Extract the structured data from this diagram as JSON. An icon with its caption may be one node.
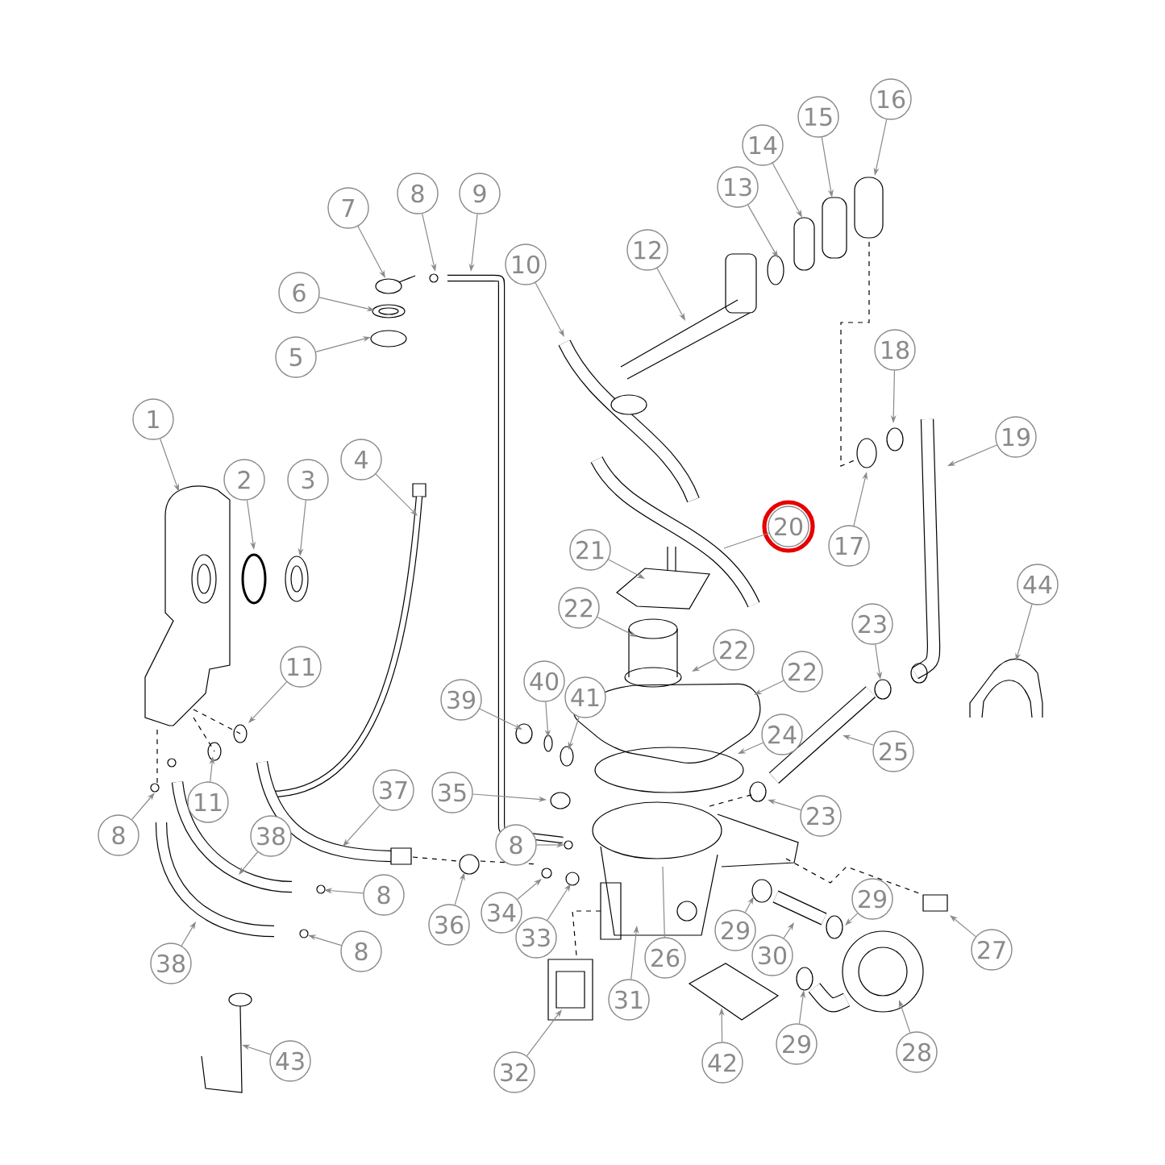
{
  "diagram": {
    "nodes": [
      {
        "text": [
          "1"
        ]
      },
      {
        "text": [
          "2"
        ]
      },
      {
        "text": [
          "3"
        ]
      },
      {
        "text": [
          "4"
        ]
      },
      {
        "text": [
          "5"
        ]
      },
      {
        "text": [
          "6"
        ]
      },
      {
        "text": [
          "7"
        ]
      },
      {
        "text": [
          "8"
        ]
      },
      {
        "text": [
          "9"
        ]
      },
      {
        "text": [
          "10"
        ]
      },
      {
        "text": [
          "11"
        ]
      },
      {
        "text": [
          "12"
        ]
      },
      {
        "text": [
          "13"
        ]
      },
      {
        "text": [
          "14"
        ]
      },
      {
        "text": [
          "15"
        ]
      },
      {
        "text": [
          "16"
        ]
      },
      {
        "text": [
          "18"
        ]
      },
      {
        "text": [
          "19"
        ]
      },
      {
        "text": [
          "17"
        ]
      },
      {
        "text": [
          "20"
        ]
      },
      {
        "text": [
          "21"
        ]
      },
      {
        "text": [
          "22"
        ]
      },
      {
        "text": [
          "44"
        ]
      },
      {
        "text": [
          "23"
        ]
      },
      {
        "text": [
          "22"
        ]
      },
      {
        "text": [
          "22"
        ]
      },
      {
        "text": [
          "39"
        ]
      },
      {
        "text": [
          "40"
        ]
      },
      {
        "text": [
          "41"
        ]
      },
      {
        "text": [
          "24"
        ]
      },
      {
        "text": [
          "25"
        ]
      },
      {
        "text": [
          "11"
        ]
      },
      {
        "text": [
          "35"
        ]
      },
      {
        "text": [
          "37"
        ]
      },
      {
        "text": [
          "23"
        ]
      },
      {
        "text": [
          "8"
        ]
      },
      {
        "text": [
          "38"
        ]
      },
      {
        "text": [
          "8"
        ]
      },
      {
        "text": [
          "8"
        ]
      },
      {
        "text": [
          "29"
        ]
      },
      {
        "text": [
          "36"
        ]
      },
      {
        "text": [
          "34"
        ]
      },
      {
        "text": [
          "33"
        ]
      },
      {
        "text": [
          "29"
        ]
      },
      {
        "text": [
          "30"
        ]
      },
      {
        "text": [
          "27"
        ]
      },
      {
        "text": [
          "8"
        ]
      },
      {
        "text": [
          "38"
        ]
      },
      {
        "text": [
          "26"
        ]
      },
      {
        "text": [
          "31"
        ]
      },
      {
        "text": [
          "28"
        ]
      },
      {
        "text": [
          "29"
        ]
      },
      {
        "text": [
          "42"
        ]
      },
      {
        "text": [
          "43"
        ]
      },
      {
        "text": [
          "32"
        ]
      }
    ],
    "edges": [
      {
        "from": 0,
        "to": null,
        "arrow": "to"
      },
      {
        "from": 1,
        "to": null,
        "arrow": "to"
      },
      {
        "from": 2,
        "to": null,
        "arrow": "to"
      },
      {
        "from": 3,
        "to": null,
        "arrow": "to"
      },
      {
        "from": 4,
        "to": null,
        "arrow": "to"
      },
      {
        "from": 5,
        "to": null,
        "arrow": "to"
      },
      {
        "from": 6,
        "to": null,
        "arrow": "to"
      },
      {
        "from": 7,
        "to": null,
        "arrow": "to"
      },
      {
        "from": 8,
        "to": null,
        "arrow": "to"
      },
      {
        "from": 9,
        "to": null,
        "arrow": "to"
      },
      {
        "from": 10,
        "to": null,
        "arrow": "to"
      },
      {
        "from": 11,
        "to": null,
        "arrow": "to"
      },
      {
        "from": 12,
        "to": null,
        "arrow": "to"
      },
      {
        "from": 13,
        "to": null,
        "arrow": "to"
      },
      {
        "from": 14,
        "to": null,
        "arrow": "to"
      },
      {
        "from": 15,
        "to": null,
        "arrow": "to"
      },
      {
        "from": 16,
        "to": null,
        "arrow": "to"
      },
      {
        "from": 17,
        "to": null,
        "arrow": "to"
      },
      {
        "from": 18,
        "to": null,
        "arrow": "to"
      },
      {
        "from": 19,
        "to": null,
        "arrow": "none"
      },
      {
        "from": 20,
        "to": null,
        "arrow": "to"
      },
      {
        "from": 21,
        "to": null,
        "arrow": "to"
      },
      {
        "from": 22,
        "to": null,
        "arrow": "to"
      },
      {
        "from": 23,
        "to": null,
        "arrow": "to"
      },
      {
        "from": 24,
        "to": null,
        "arrow": "to"
      },
      {
        "from": 25,
        "to": null,
        "arrow": "to"
      },
      {
        "from": 26,
        "to": null,
        "arrow": "to"
      },
      {
        "from": 27,
        "to": null,
        "arrow": "to"
      },
      {
        "from": 28,
        "to": null,
        "arrow": "to"
      },
      {
        "from": 29,
        "to": null,
        "arrow": "to"
      },
      {
        "from": 30,
        "to": null,
        "arrow": "to"
      },
      {
        "from": 31,
        "to": null,
        "arrow": "to"
      },
      {
        "from": 32,
        "to": null,
        "arrow": "to"
      },
      {
        "from": 33,
        "to": null,
        "arrow": "to"
      },
      {
        "from": 34,
        "to": null,
        "arrow": "to"
      },
      {
        "from": 35,
        "to": null,
        "arrow": "to"
      },
      {
        "from": 36,
        "to": null,
        "arrow": "to"
      },
      {
        "from": 37,
        "to": null,
        "arrow": "to"
      },
      {
        "from": 38,
        "to": null,
        "arrow": "to"
      },
      {
        "from": 39,
        "to": null,
        "arrow": "to"
      },
      {
        "from": 40,
        "to": null,
        "arrow": "to"
      },
      {
        "from": 41,
        "to": null,
        "arrow": "to"
      },
      {
        "from": 42,
        "to": null,
        "arrow": "to"
      },
      {
        "from": 43,
        "to": null,
        "arrow": "to"
      },
      {
        "from": 44,
        "to": null,
        "arrow": "to"
      },
      {
        "from": 45,
        "to": null,
        "arrow": "to"
      },
      {
        "from": 46,
        "to": null,
        "arrow": "to"
      },
      {
        "from": 47,
        "to": null,
        "arrow": "to"
      },
      {
        "from": 48,
        "to": null,
        "arrow": "none"
      },
      {
        "from": 49,
        "to": null,
        "arrow": "to"
      },
      {
        "from": 50,
        "to": null,
        "arrow": "to"
      },
      {
        "from": 51,
        "to": null,
        "arrow": "to"
      },
      {
        "from": 52,
        "to": null,
        "arrow": "to"
      },
      {
        "from": 53,
        "to": null,
        "arrow": "to"
      },
      {
        "from": 54,
        "to": null,
        "arrow": "to"
      }
    ]
  }
}
